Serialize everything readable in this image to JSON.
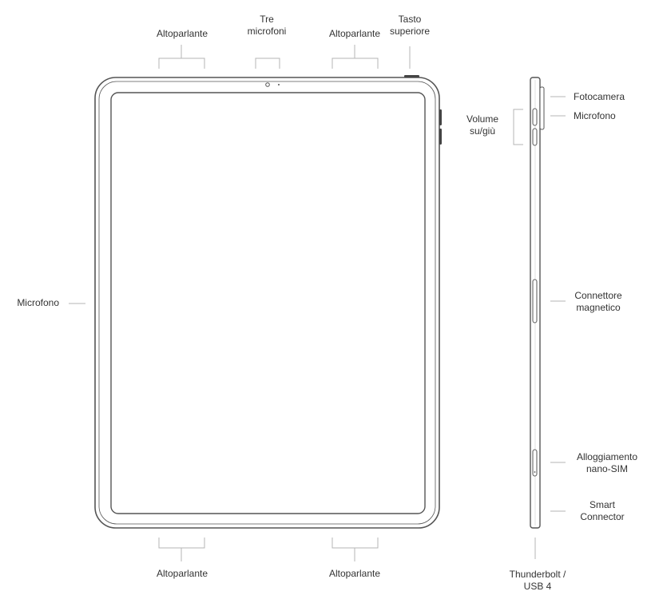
{
  "labels": {
    "speaker_top_left": "Altoparlante",
    "three_mics": "Tre\nmicrofoni",
    "speaker_top_right": "Altoparlante",
    "top_button": "Tasto\nsuperiore",
    "mic_left": "Microfono",
    "speaker_bottom_left": "Altoparlante",
    "speaker_bottom_right": "Altoparlante",
    "volume": "Volume\nsu/giù",
    "camera": "Fotocamera",
    "mic_side": "Microfono",
    "magnetic_connector": "Connettore\nmagnetico",
    "nano_sim": "Alloggiamento\nnano-SIM",
    "smart_connector": "Smart\nConnector",
    "thunderbolt": "Thunderbolt /\nUSB 4"
  },
  "colors": {
    "outline": "#555555",
    "leader_line": "#b4b4b4",
    "text": "#333333"
  }
}
